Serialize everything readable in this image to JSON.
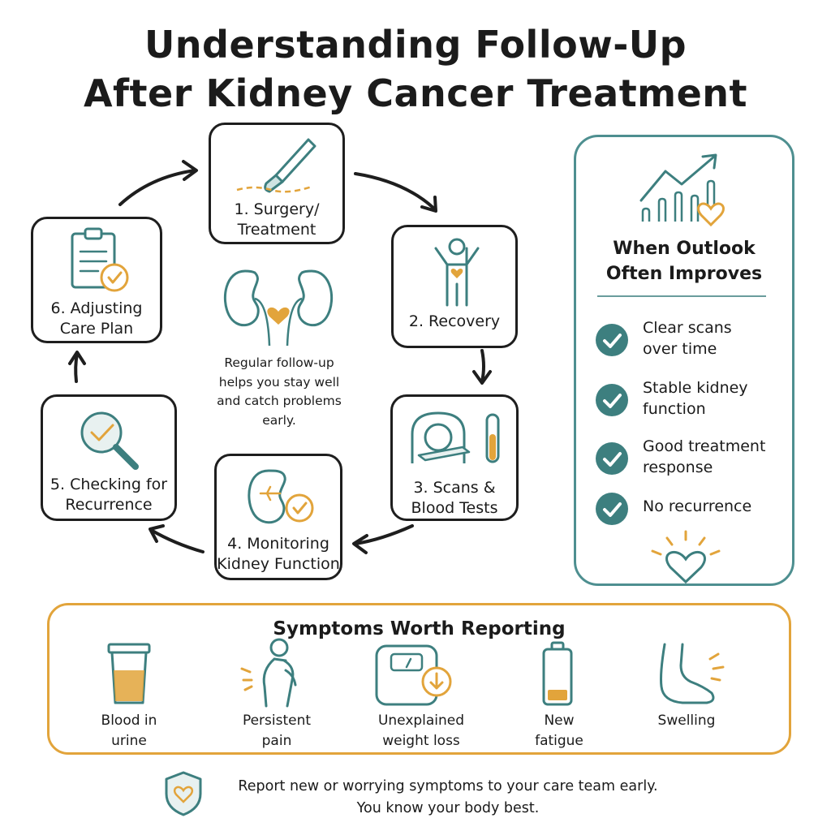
{
  "title": {
    "line1": "Understanding Follow-Up",
    "line2": "After Kidney Cancer Treatment"
  },
  "cycle": {
    "steps": [
      {
        "line1": "1. Surgery/",
        "line2": "Treatment",
        "icon": "scalpel-icon"
      },
      {
        "line1": "2. Recovery",
        "line2": "",
        "icon": "person-heart-icon"
      },
      {
        "line1": "3. Scans &",
        "line2": "Blood Tests",
        "icon": "scanner-test-tube-icon"
      },
      {
        "line1": "4. Monitoring",
        "line2": "Kidney Function",
        "icon": "kidney-check-icon"
      },
      {
        "line1": "5. Checking for",
        "line2": "Recurrence",
        "icon": "magnifier-check-icon"
      },
      {
        "line1": "6. Adjusting",
        "line2": "Care Plan",
        "icon": "clipboard-check-icon"
      }
    ],
    "center": {
      "icon": "kidneys-heart-icon",
      "line1": "Regular follow-up",
      "line2": "helps you stay well",
      "line3": "and catch problems",
      "line4": "early."
    }
  },
  "outlook": {
    "icon": "rising-chart-heart-icon",
    "title_line1": "When Outlook",
    "title_line2": "Often Improves",
    "items": [
      {
        "line1": "Clear scans",
        "line2": "over time"
      },
      {
        "line1": "Stable kidney",
        "line2": "function"
      },
      {
        "line1": "Good treatment",
        "line2": "response"
      },
      {
        "line1": "No recurrence",
        "line2": ""
      }
    ]
  },
  "symptoms": {
    "title": "Symptoms Worth Reporting",
    "items": [
      {
        "line1": "Blood in",
        "line2": "urine",
        "icon": "urine-cup-icon"
      },
      {
        "line1": "Persistent",
        "line2": "pain",
        "icon": "back-pain-icon"
      },
      {
        "line1": "Unexplained",
        "line2": "weight loss",
        "icon": "scale-down-icon"
      },
      {
        "line1": "New",
        "line2": "fatigue",
        "icon": "low-battery-icon"
      },
      {
        "line1": "Swelling",
        "line2": "",
        "icon": "swollen-foot-icon"
      }
    ]
  },
  "footer": {
    "icon": "shield-heart-icon",
    "line1": "Report new or worrying symptoms to your care team early.",
    "line2": "You know your body best."
  },
  "colors": {
    "teal": "#3d7f7f",
    "orange": "#e2a43b",
    "ink": "#1e1e1e"
  }
}
